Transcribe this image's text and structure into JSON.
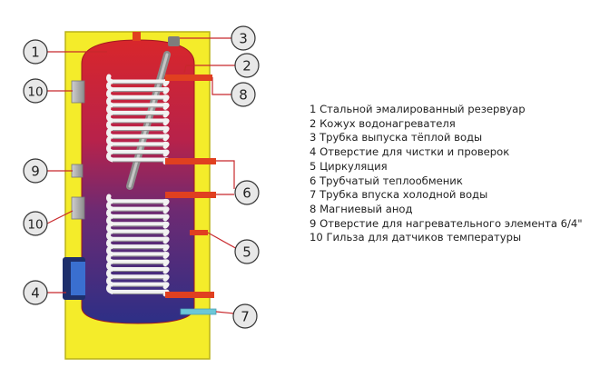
{
  "callouts": [
    "1",
    "2",
    "3",
    "4",
    "5",
    "6",
    "7",
    "8",
    "9",
    "10",
    "10"
  ],
  "legend": [
    {
      "num": "1",
      "text": "Стальной эмалированный резервуар"
    },
    {
      "num": "2",
      "text": "Кожух водонагревателя"
    },
    {
      "num": "3",
      "text": "Трубка выпуска тёплой воды"
    },
    {
      "num": "4",
      "text": "Отверстие для чистки и проверок"
    },
    {
      "num": "5",
      "text": "Циркуляция"
    },
    {
      "num": "6",
      "text": "Трубчатый теплообменик"
    },
    {
      "num": "7",
      "text": "Трубка впуска холодной воды"
    },
    {
      "num": "8",
      "text": "Магниевый анод"
    },
    {
      "num": "9",
      "text": "Отверстие для нагревательного элемента 6/4\""
    },
    {
      "num": "10",
      "text": "Гильза для датчиков температуры"
    }
  ],
  "colors": {
    "casing": "#f4ec2a",
    "tank_top": "#d8262b",
    "tank_bottom": "#2d2f86",
    "coil": "#dcdcdc",
    "pipe": "#e04020",
    "cleaning_port": "#3a6fd0",
    "cold_pipe": "#6cc7d8",
    "anode": "#9a9a9a",
    "callout_fill": "#e8e8e8"
  }
}
